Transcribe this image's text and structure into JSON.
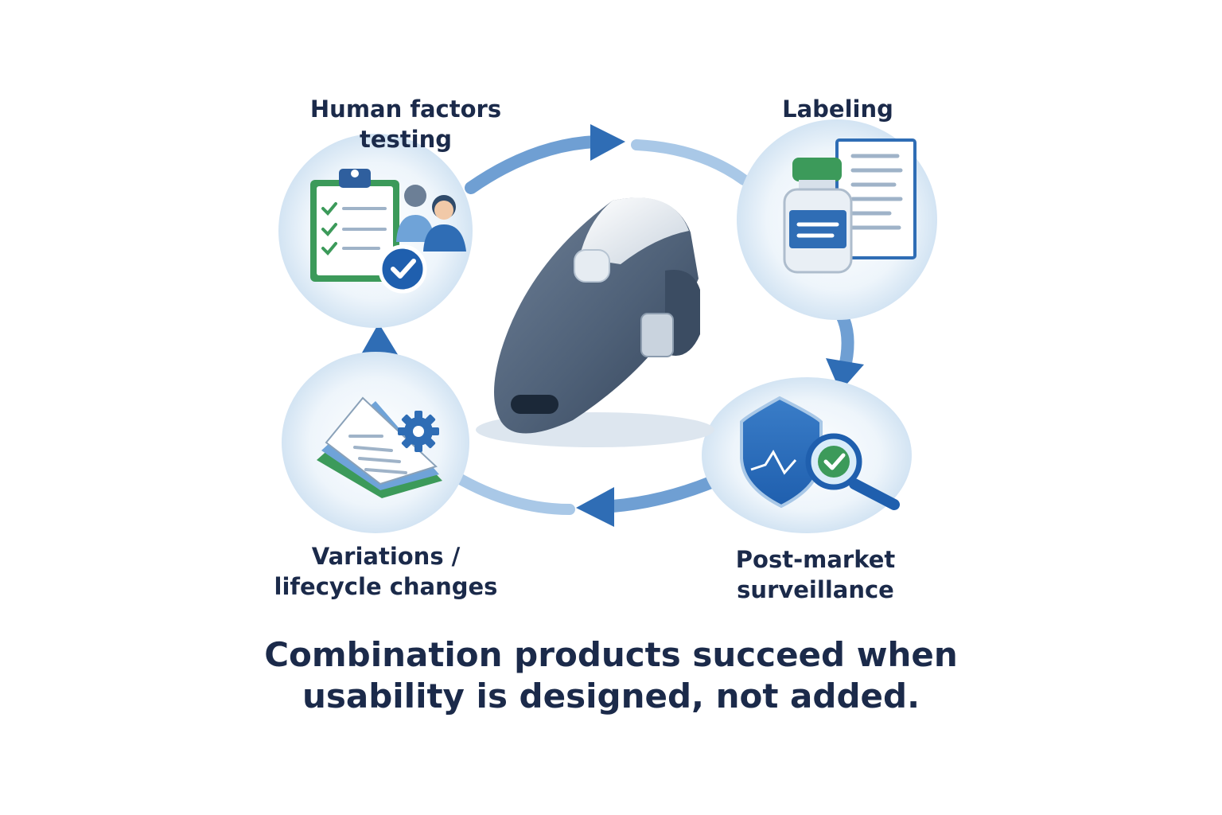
{
  "diagram": {
    "nodes": [
      {
        "id": "human_factors",
        "label_lines": [
          "Human factors",
          "testing"
        ],
        "icon": "clipboard-users-check-icon"
      },
      {
        "id": "labeling",
        "label_lines": [
          "Labeling"
        ],
        "icon": "vial-document-icon"
      },
      {
        "id": "post_market",
        "label_lines": [
          "Post-market",
          "surveillance"
        ],
        "icon": "shield-magnifier-icon"
      },
      {
        "id": "variations",
        "label_lines": [
          "Variations /",
          "lifecycle changes"
        ],
        "icon": "documents-gear-icon"
      }
    ],
    "center_icon": "inhaler-device-icon",
    "cycle_direction": "clockwise",
    "caption_lines": [
      "Combination products succeed when",
      "usability is designed, not added."
    ]
  },
  "colors": {
    "text": "#1b2a4a",
    "arrow": "#2f6db5",
    "arrow_light": "#8fb7df",
    "circle_fill": "#e6f0f9",
    "device_body": "#4f6178",
    "accent_green": "#3c9a5a",
    "accent_blue": "#1f5fae"
  }
}
